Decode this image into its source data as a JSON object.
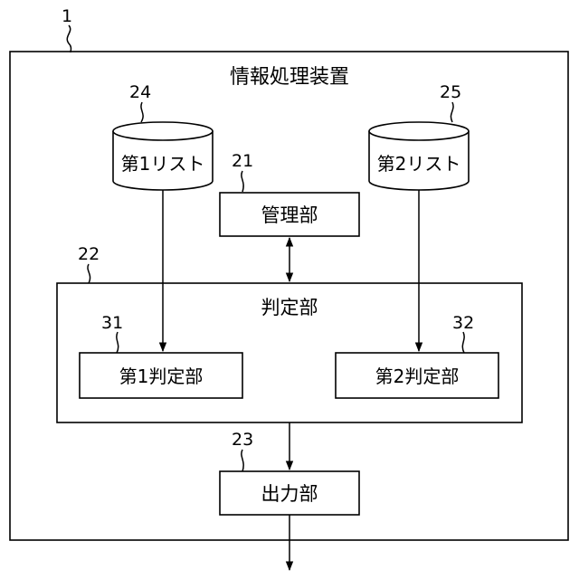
{
  "device": {
    "ref": "1",
    "title": "情報処理装置"
  },
  "list1": {
    "ref": "24",
    "label": "第1リスト"
  },
  "list2": {
    "ref": "25",
    "label": "第2リスト"
  },
  "management": {
    "ref": "21",
    "label": "管理部"
  },
  "judgment": {
    "ref": "22",
    "label": "判定部"
  },
  "judge1": {
    "ref": "31",
    "label": "第1判定部"
  },
  "judge2": {
    "ref": "32",
    "label": "第2判定部"
  },
  "output": {
    "ref": "23",
    "label": "出力部"
  }
}
